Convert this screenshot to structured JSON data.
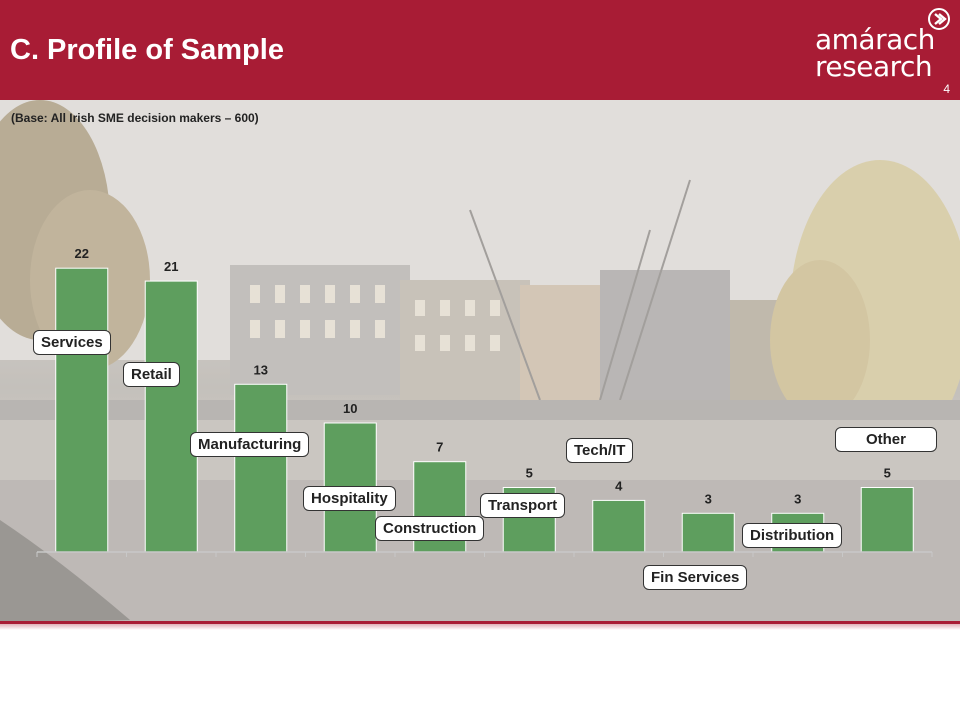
{
  "header": {
    "title": "C. Profile of Sample",
    "logo_line1": "amárach",
    "logo_line2": "research",
    "page_number": "4"
  },
  "base_note": "(Base: All Irish SME decision makers – 600)",
  "colors": {
    "brand": "#a81c35",
    "bar": "#5e9e5e"
  },
  "chart_data": {
    "type": "bar",
    "categories": [
      "Services",
      "Retail",
      "Manufacturing",
      "Hospitality",
      "Construction",
      "Transport",
      "Tech/IT",
      "Fin Services",
      "Distribution",
      "Other"
    ],
    "values": [
      22,
      21,
      13,
      10,
      7,
      5,
      4,
      3,
      3,
      5
    ],
    "ylim": [
      0,
      25
    ],
    "grid": false,
    "legend": "none"
  }
}
